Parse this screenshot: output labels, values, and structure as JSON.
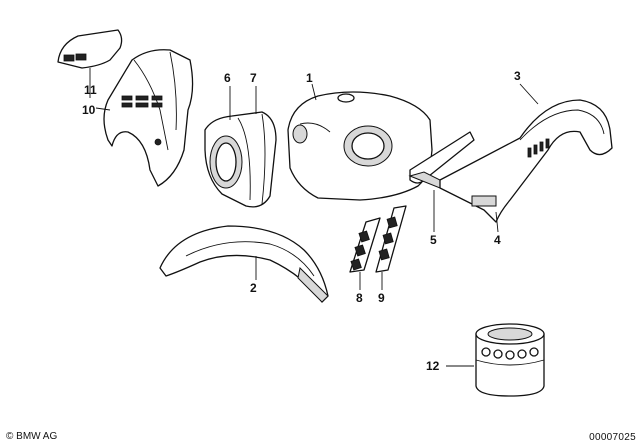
{
  "callouts": {
    "c1": "1",
    "c2": "2",
    "c3": "3",
    "c4": "4",
    "c5": "5",
    "c6": "6",
    "c7": "7",
    "c8": "8",
    "c9": "9",
    "c10": "10",
    "c11": "11",
    "c12": "12"
  },
  "footer": {
    "copyright": "© BMW AG",
    "drawing_number": "00007025"
  }
}
